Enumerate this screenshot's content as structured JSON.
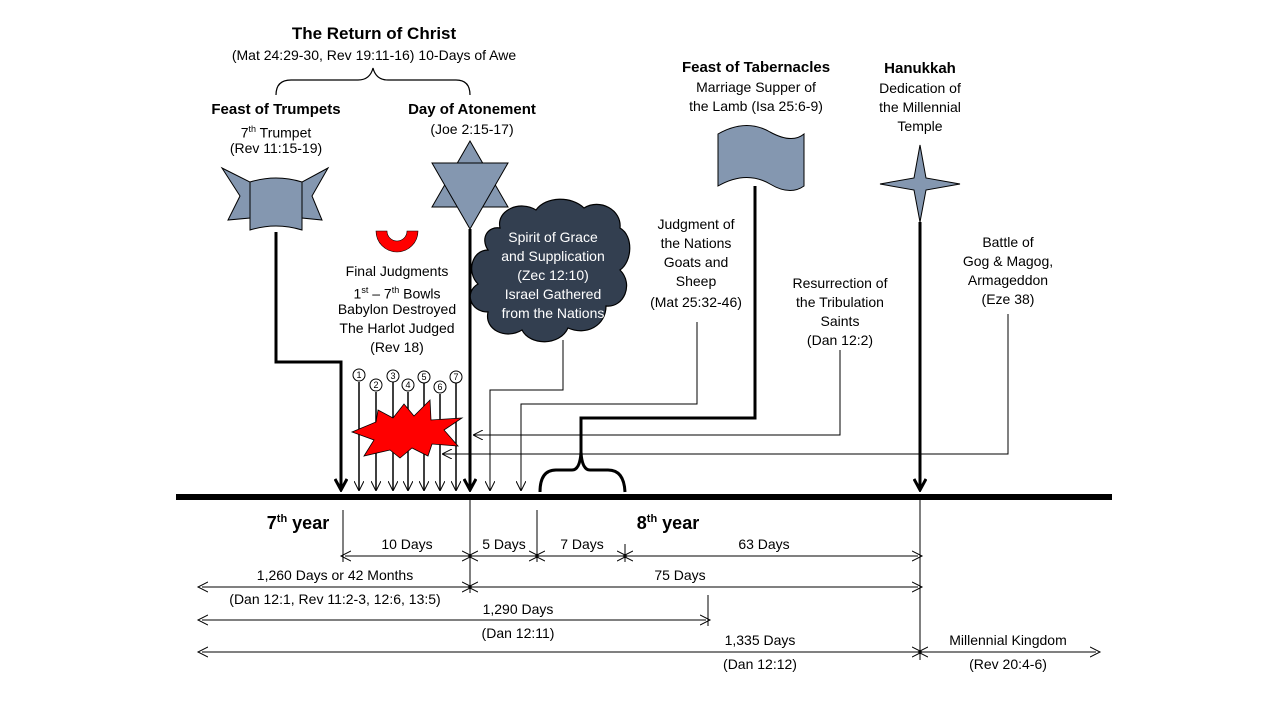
{
  "title": "The Return of Christ",
  "subtitle": "(Mat 24:29-30, Rev 19:11-16) 10-Days of Awe",
  "trumpets": {
    "title": "Feast of Trumpets",
    "line1": "7",
    "line1_sup": "th",
    "line1_rest": " Trumpet",
    "line2": "(Rev 11:15-19)"
  },
  "atonement": {
    "title": "Day of Atonement",
    "ref": "(Joe 2:15-17)"
  },
  "tabernacles": {
    "title": "Feast of Tabernacles",
    "line1": "Marriage Supper of",
    "line2": "the Lamb (Isa 25:6-9)"
  },
  "hanukkah": {
    "title": "Hanukkah",
    "line1": "Dedication of",
    "line2": "the Millennial",
    "line3": "Temple"
  },
  "final_judgments": {
    "l1": "Final Judgments",
    "l2a": "1",
    "l2sup1": "st",
    "l2b": " – 7",
    "l2sup2": "th",
    "l2c": " Bowls",
    "l3": "Babylon Destroyed",
    "l4": "The Harlot Judged",
    "l5": "(Rev 18)"
  },
  "cloud": {
    "l1": "Spirit of Grace",
    "l2": "and Supplication",
    "l3": "(Zec 12:10)",
    "l4": "Israel Gathered",
    "l5": "from the Nations"
  },
  "nations": {
    "l1": "Judgment of",
    "l2": "the Nations",
    "l3": "Goats and",
    "l4": "Sheep",
    "l5": "(Mat 25:32-46)"
  },
  "resurrection": {
    "l1": "Resurrection of",
    "l2": "the Tribulation",
    "l3": "Saints",
    "l4": "(Dan 12:2)"
  },
  "battle": {
    "l1": "Battle of",
    "l2": "Gog & Magog,",
    "l3": "Armageddon",
    "l4": "(Eze 38)"
  },
  "bowls": [
    "1",
    "2",
    "3",
    "4",
    "5",
    "6",
    "7"
  ],
  "year7": {
    "num": "7",
    "sup": "th",
    "rest": " year"
  },
  "year8": {
    "num": "8",
    "sup": "th",
    "rest": " year"
  },
  "spans": {
    "d10": "10 Days",
    "d5": "5 Days",
    "d7": "7 Days",
    "d63": "63 Days",
    "d1260": "1,260 Days or 42 Months",
    "d1260_ref": "(Dan 12:1, Rev 11:2-3, 12:6, 13:5)",
    "d75": "75 Days",
    "d1290": "1,290 Days",
    "d1290_ref": "(Dan 12:11)",
    "d1335": "1,335 Days",
    "d1335_ref": "(Dan 12:12)",
    "millennial": "Millennial Kingdom",
    "millennial_ref": "(Rev 20:4-6)"
  },
  "colors": {
    "shape_fill": "#8497b0",
    "cloud_fill": "#333f50",
    "explosion": "#ff0000",
    "bowl": "#ff0000"
  }
}
